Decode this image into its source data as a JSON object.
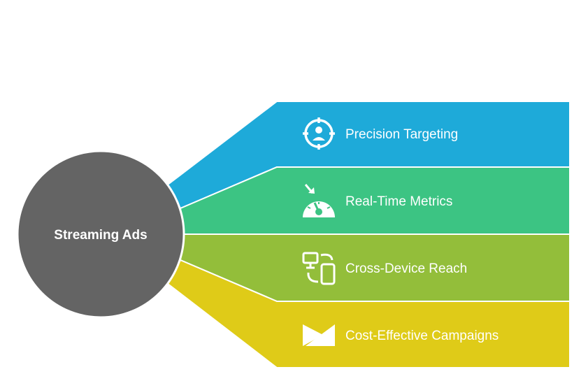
{
  "center": {
    "label": "Streaming Ads",
    "color": "#646464"
  },
  "bands": [
    {
      "label": "Precision Targeting",
      "color": "#1EAAD9",
      "icon": "target-user-icon"
    },
    {
      "label": "Real-Time Metrics",
      "color": "#3CC483",
      "icon": "speedometer-icon"
    },
    {
      "label": "Cross-Device Reach",
      "color": "#93BE3A",
      "icon": "multi-device-icon"
    },
    {
      "label": "Cost-Effective Campaigns",
      "color": "#DFCB18",
      "icon": "envelope-icon"
    }
  ]
}
